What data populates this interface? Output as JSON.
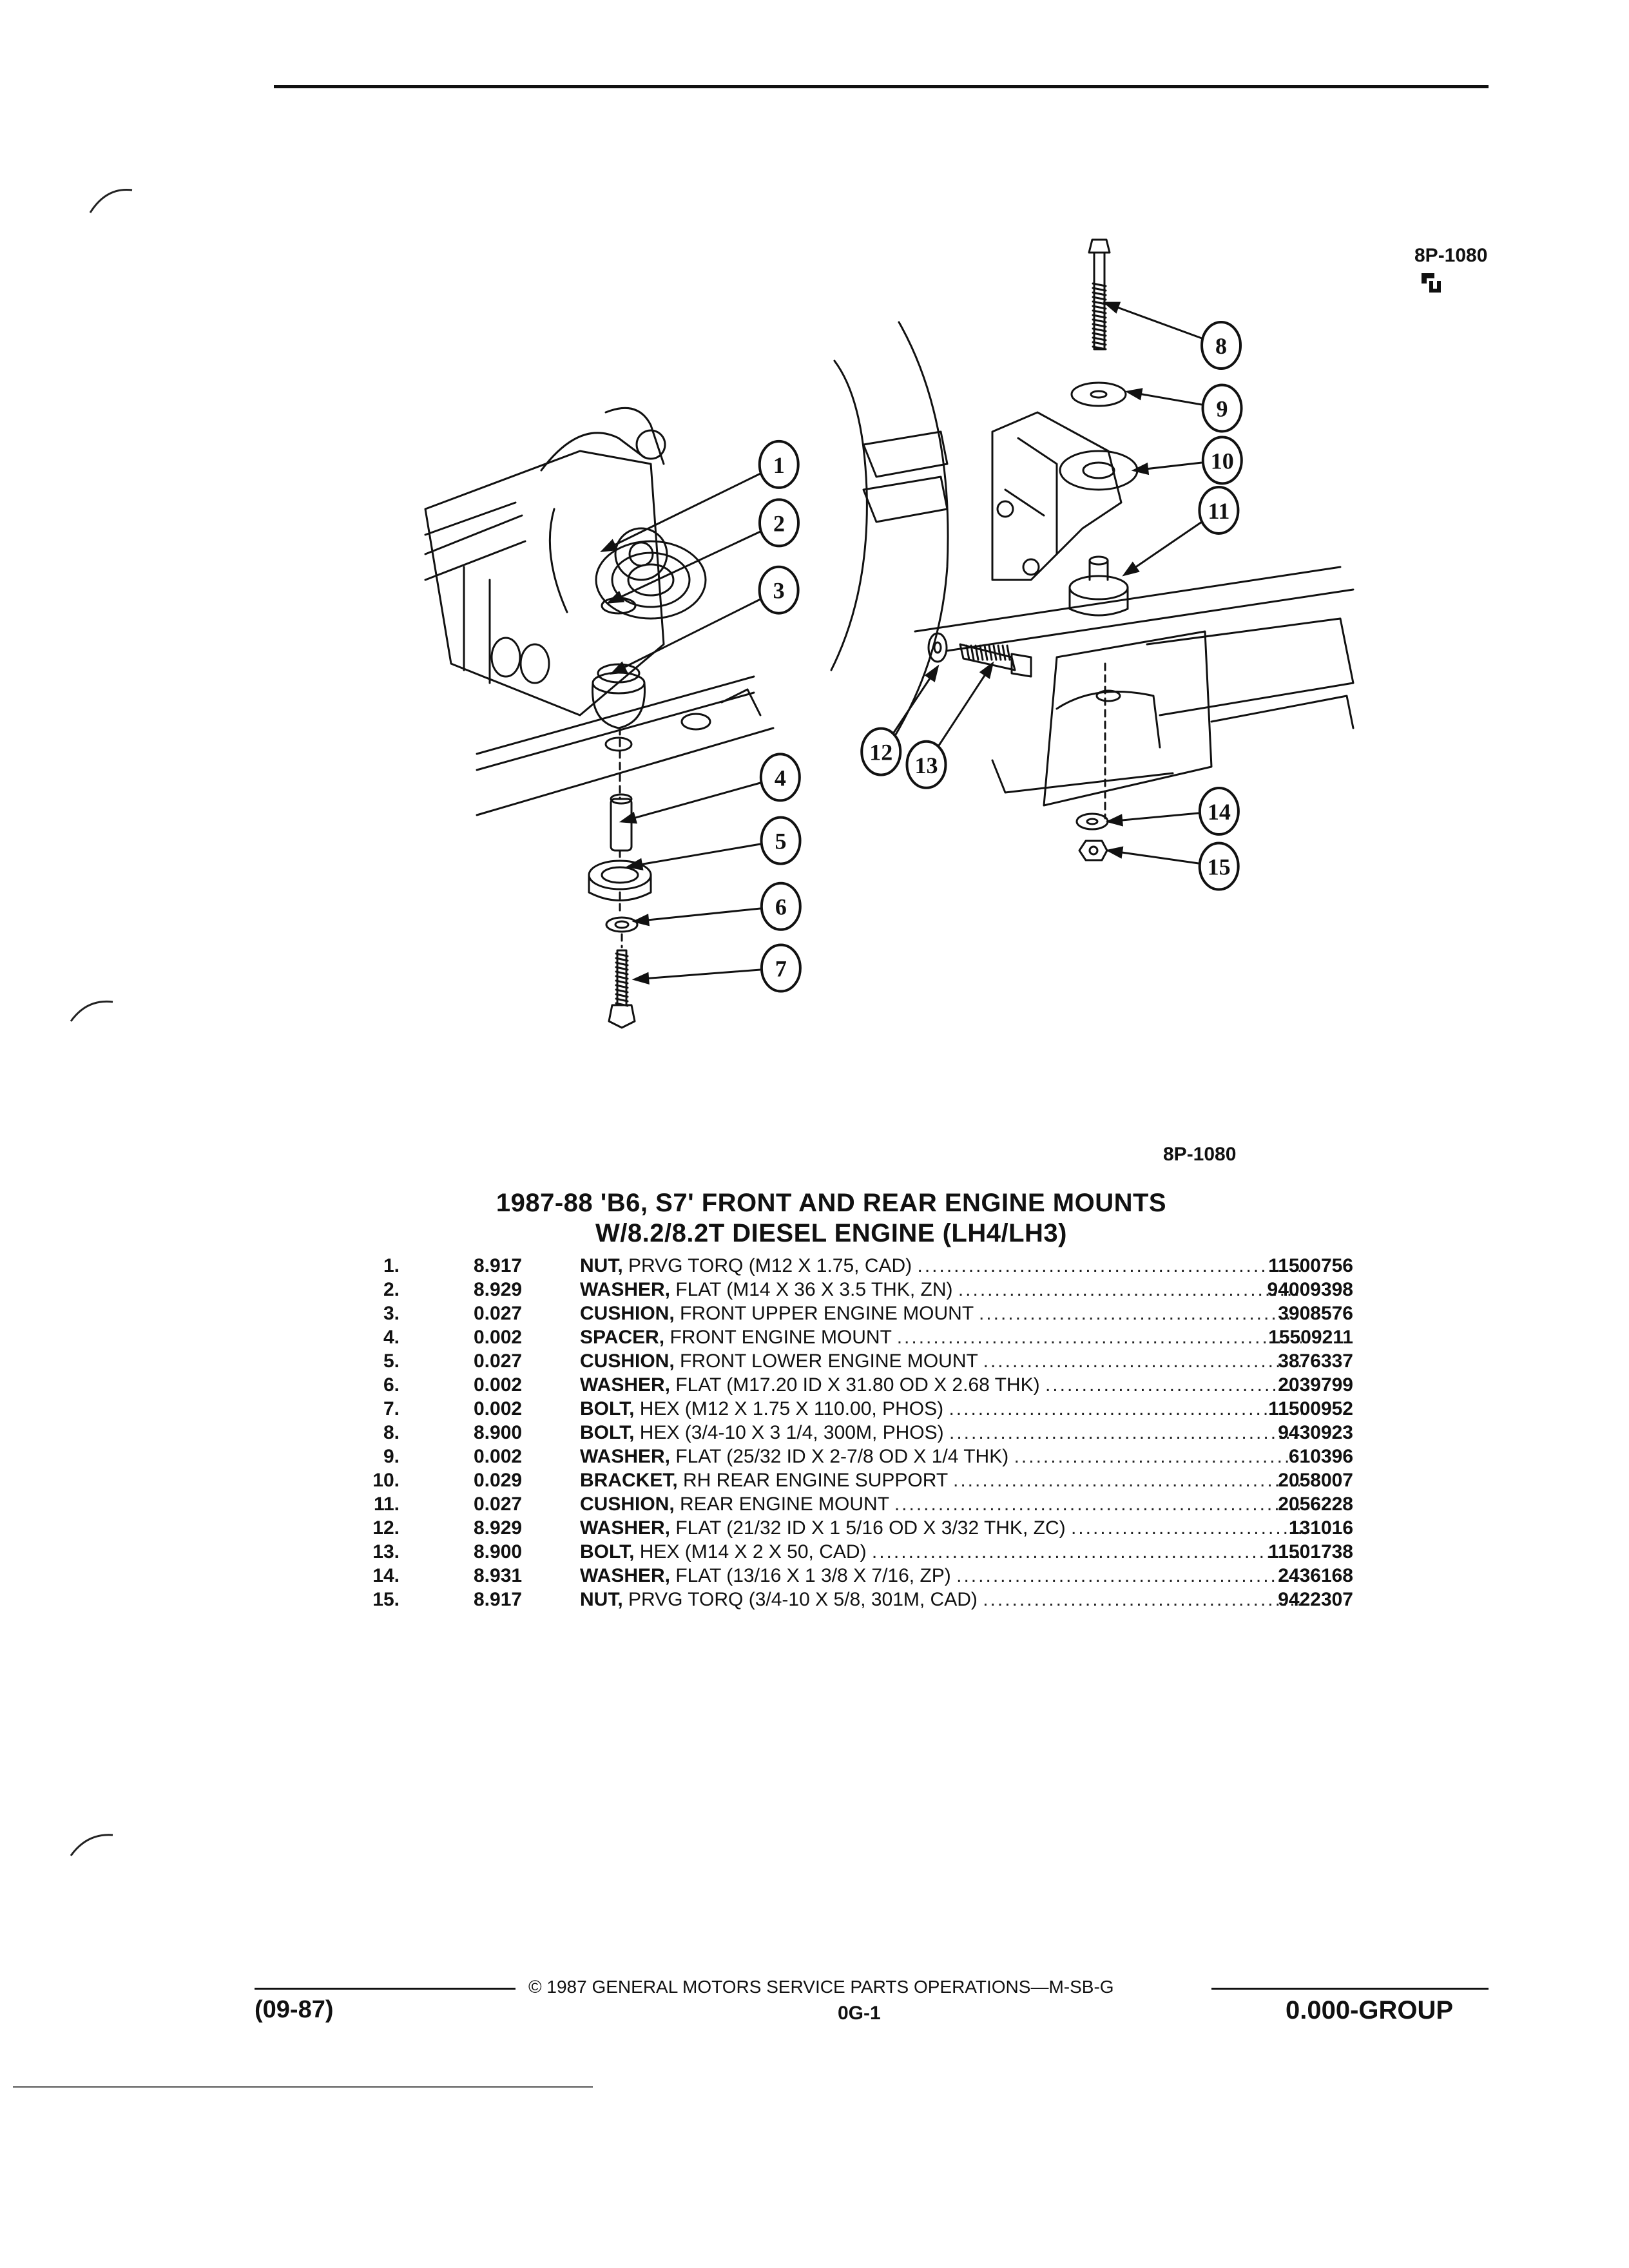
{
  "figure": {
    "code_top": "8P-1080",
    "code_bottom": "8P-1080",
    "callouts": [
      "1",
      "2",
      "3",
      "4",
      "5",
      "6",
      "7",
      "8",
      "9",
      "10",
      "11",
      "12",
      "13",
      "14",
      "15"
    ]
  },
  "title": {
    "line1": "1987-88 'B6, S7' FRONT AND REAR ENGINE MOUNTS",
    "line2": "W/8.2/8.2T DIESEL ENGINE (LH4/LH3)"
  },
  "parts": [
    {
      "no": "1.",
      "ref": "8.917",
      "name": "NUT,",
      "spec": "PRVG TORQ (M12 X 1.75, CAD)",
      "pn": "11500756"
    },
    {
      "no": "2.",
      "ref": "8.929",
      "name": "WASHER,",
      "spec": "FLAT (M14 X 36 X 3.5 THK, ZN)",
      "pn": "94009398"
    },
    {
      "no": "3.",
      "ref": "0.027",
      "name": "CUSHION,",
      "spec": "FRONT UPPER ENGINE MOUNT",
      "pn": "3908576"
    },
    {
      "no": "4.",
      "ref": "0.002",
      "name": "SPACER,",
      "spec": "FRONT ENGINE MOUNT",
      "pn": "15509211"
    },
    {
      "no": "5.",
      "ref": "0.027",
      "name": "CUSHION,",
      "spec": "FRONT LOWER ENGINE MOUNT",
      "pn": "3876337"
    },
    {
      "no": "6.",
      "ref": "0.002",
      "name": "WASHER,",
      "spec": "FLAT (M17.20 ID X 31.80 OD X 2.68 THK)",
      "pn": "2039799"
    },
    {
      "no": "7.",
      "ref": "0.002",
      "name": "BOLT,",
      "spec": "HEX (M12 X 1.75 X 110.00, PHOS)",
      "pn": "11500952"
    },
    {
      "no": "8.",
      "ref": "8.900",
      "name": "BOLT,",
      "spec": "HEX (3/4-10 X 3 1/4, 300M, PHOS)",
      "pn": "9430923"
    },
    {
      "no": "9.",
      "ref": "0.002",
      "name": "WASHER,",
      "spec": "FLAT (25/32 ID X 2-7/8 OD X 1/4 THK)",
      "pn": "610396"
    },
    {
      "no": "10.",
      "ref": "0.029",
      "name": "BRACKET,",
      "spec": "RH REAR ENGINE SUPPORT",
      "pn": "2058007"
    },
    {
      "no": "11.",
      "ref": "0.027",
      "name": "CUSHION,",
      "spec": "REAR ENGINE MOUNT",
      "pn": "2056228"
    },
    {
      "no": "12.",
      "ref": "8.929",
      "name": "WASHER,",
      "spec": "FLAT (21/32 ID X 1 5/16 OD X 3/32 THK, ZC)",
      "pn": "131016"
    },
    {
      "no": "13.",
      "ref": "8.900",
      "name": "BOLT,",
      "spec": "HEX (M14 X 2 X 50, CAD)",
      "pn": "11501738"
    },
    {
      "no": "14.",
      "ref": "8.931",
      "name": "WASHER,",
      "spec": "FLAT (13/16 X 1 3/8 X 7/16, ZP)",
      "pn": "2436168"
    },
    {
      "no": "15.",
      "ref": "8.917",
      "name": "NUT,",
      "spec": "PRVG TORQ (3/4-10 X 5/8, 301M, CAD)",
      "pn": "9422307"
    }
  ],
  "footer": {
    "date": "(09-87)",
    "copyright": "© 1987 GENERAL MOTORS SERVICE PARTS OPERATIONS—M-SB-G",
    "page": "0G-1",
    "group": "0.000-GROUP"
  }
}
